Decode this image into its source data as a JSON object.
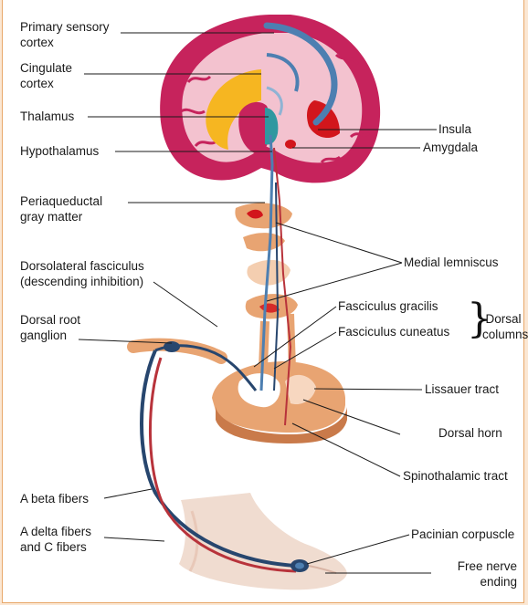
{
  "labels": {
    "primary_sensory_cortex": [
      "Primary sensory",
      "cortex"
    ],
    "cingulate_cortex": [
      "Cingulate",
      "cortex"
    ],
    "thalamus": "Thalamus",
    "hypothalamus": "Hypothalamus",
    "periaqueductal_gray": [
      "Periaqueductal",
      "gray matter"
    ],
    "dorsolateral_fasciculus": [
      "Dorsolateral fasciculus",
      "(descending inhibition)"
    ],
    "dorsal_root_ganglion": [
      "Dorsal root",
      "ganglion"
    ],
    "a_beta_fibers": "A beta fibers",
    "a_delta_c_fibers": [
      "A delta fibers",
      "and C fibers"
    ],
    "insula": "Insula",
    "amygdala": "Amygdala",
    "medial_lemniscus": "Medial lemniscus",
    "fasciculus_gracilis": "Fasciculus gracilis",
    "fasciculus_cuneatus": "Fasciculus cuneatus",
    "dorsal_columns": [
      "Dorsal",
      "columns"
    ],
    "lissauer_tract": "Lissauer tract",
    "dorsal_horn": "Dorsal horn",
    "spinothalamic_tract": "Spinothalamic tract",
    "pacinian_corpuscle": "Pacinian corpuscle",
    "free_nerve_ending": [
      "Free nerve",
      "ending"
    ]
  },
  "colors": {
    "background": "#fbe7d3",
    "frame_border": "#e8a86a",
    "brain_magenta": "#c6235c",
    "brain_white_matter": "#f3c2cf",
    "cingulate_yellow": "#f6b621",
    "tract_blue": "#4d7fb1",
    "thalamus_teal": "#2f98a0",
    "red_accent": "#d2161c",
    "nerve_dark_blue": "#27466e",
    "nerve_red": "#b8333b",
    "spinal_tan": "#e8a472",
    "foot_skin": "#f0dcd0"
  }
}
